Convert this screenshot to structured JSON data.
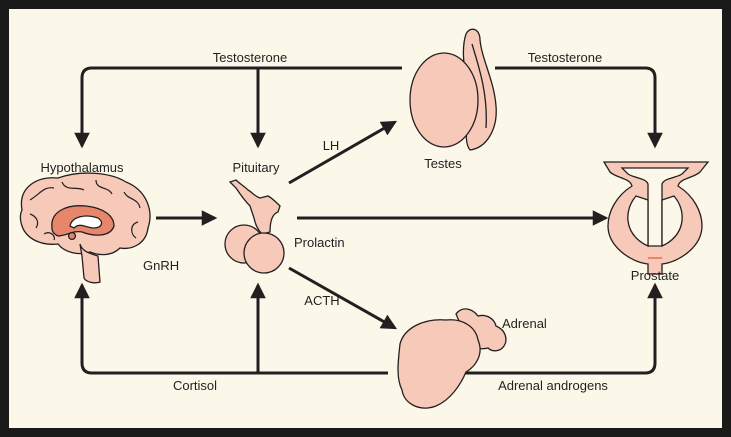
{
  "diagram": {
    "colors": {
      "frame_fill": "#1a1a1a",
      "panel_fill": "#fbf8ea",
      "organ_fill": "#f7c9b8",
      "organ_accent": "#e8866b",
      "arrow": "#231f20"
    },
    "labels": {
      "testosterone_left": "Testosterone",
      "testosterone_right": "Testosterone",
      "hypothalamus": "Hypothalamus",
      "pituitary": "Pituitary",
      "lh": "LH",
      "testes": "Testes",
      "prolactin": "Prolactin",
      "gnrh": "GnRH",
      "acth": "ACTH",
      "adrenal": "Adrenal",
      "prostate": "Prostate",
      "cortisol": "Cortisol",
      "adrenal_androgens": "Adrenal androgens"
    },
    "nodes": [
      {
        "id": "hypothalamus",
        "icon": "brain-icon"
      },
      {
        "id": "pituitary",
        "icon": "pituitary-gland-icon"
      },
      {
        "id": "testes",
        "icon": "testis-icon"
      },
      {
        "id": "adrenal",
        "icon": "adrenal-gland-icon"
      },
      {
        "id": "prostate",
        "icon": "prostate-icon"
      }
    ],
    "edges": [
      {
        "from": "testes",
        "to": "hypothalamus",
        "label": "Testosterone"
      },
      {
        "from": "testes",
        "to": "pituitary",
        "label": "Testosterone"
      },
      {
        "from": "testes",
        "to": "prostate",
        "label": "Testosterone"
      },
      {
        "from": "hypothalamus",
        "to": "pituitary",
        "label": "GnRH"
      },
      {
        "from": "pituitary",
        "to": "testes",
        "label": "LH"
      },
      {
        "from": "pituitary",
        "to": "prostate",
        "label": "Prolactin"
      },
      {
        "from": "pituitary",
        "to": "adrenal",
        "label": "ACTH"
      },
      {
        "from": "adrenal",
        "to": "hypothalamus",
        "label": "Cortisol"
      },
      {
        "from": "adrenal",
        "to": "pituitary",
        "label": "Cortisol"
      },
      {
        "from": "adrenal",
        "to": "prostate",
        "label": "Adrenal androgens"
      }
    ]
  }
}
